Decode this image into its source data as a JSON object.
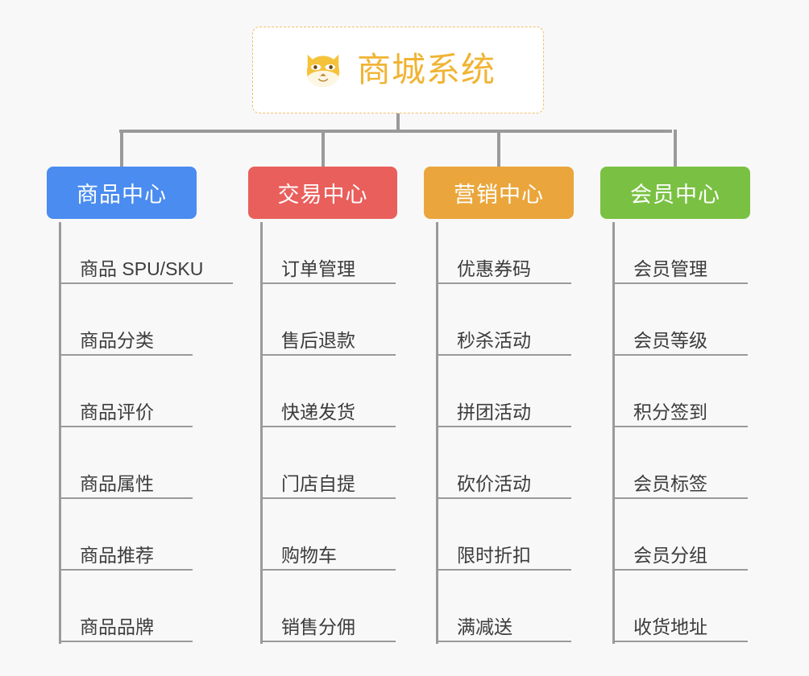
{
  "page": {
    "background_color": "#f8f8f8",
    "line_color": "#9a9a9a",
    "leaf_text_color": "#3c3c3c"
  },
  "root": {
    "title": "商城系统",
    "icon": "shiba-dog-face-icon",
    "text_color": "#f0b434",
    "border_color": "#f0c06a",
    "background_color": "#ffffff"
  },
  "branches": [
    {
      "label": "商品中心",
      "color": "#4a8cf0",
      "items": [
        {
          "label": "商品 SPU/SKU"
        },
        {
          "label": "商品分类"
        },
        {
          "label": "商品评价"
        },
        {
          "label": "商品属性"
        },
        {
          "label": "商品推荐"
        },
        {
          "label": "商品品牌"
        }
      ]
    },
    {
      "label": "交易中心",
      "color": "#e95f5c",
      "items": [
        {
          "label": "订单管理"
        },
        {
          "label": "售后退款"
        },
        {
          "label": "快递发货"
        },
        {
          "label": "门店自提"
        },
        {
          "label": "购物车"
        },
        {
          "label": "销售分佣"
        }
      ]
    },
    {
      "label": "营销中心",
      "color": "#eaa63c",
      "items": [
        {
          "label": "优惠券码"
        },
        {
          "label": "秒杀活动"
        },
        {
          "label": "拼团活动"
        },
        {
          "label": "砍价活动"
        },
        {
          "label": "限时折扣"
        },
        {
          "label": "满减送"
        }
      ]
    },
    {
      "label": "会员中心",
      "color": "#7ac143",
      "items": [
        {
          "label": "会员管理"
        },
        {
          "label": "会员等级"
        },
        {
          "label": "积分签到"
        },
        {
          "label": "会员标签"
        },
        {
          "label": "会员分组"
        },
        {
          "label": "收货地址"
        }
      ]
    }
  ]
}
